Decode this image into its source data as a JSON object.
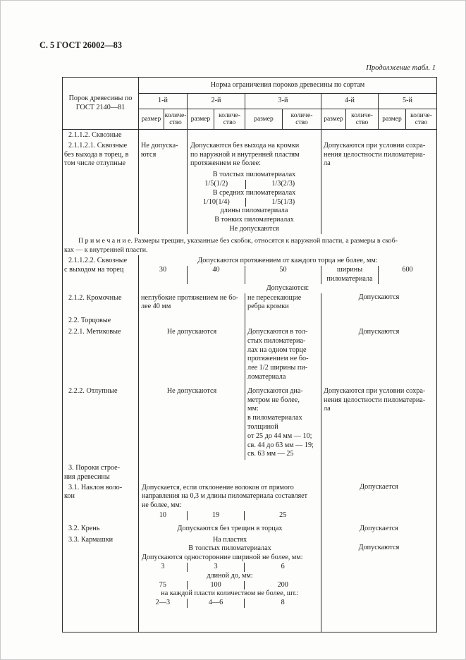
{
  "page": {
    "header": "С. 5 ГОСТ 26002—83",
    "continuation": "Продолжение табл. 1"
  },
  "table": {
    "defect_col_header": "Порок древесины по\nГОСТ 2140—81",
    "norm_header": "Норма ограничения пороков древесины по сортам",
    "grades": [
      "1-й",
      "2-й",
      "3-й",
      "4-й",
      "5-й"
    ],
    "size_label": "размер",
    "qty_label": "количе-\nство",
    "rows": {
      "r2112": {
        "title": "2.1.1.2. Сквозные"
      },
      "r21121": {
        "title": "2.1.1.2.1. Сквозные\nбез выхода в торец, в\nтом числе отлупные",
        "grade1": "Не допуска-\nются",
        "grades23_intro": "Допускаются без выхода на кромки\nпо наружной и внутренней пластям\nпротяжением не более:",
        "thick_label": "В толстых пиломатериалах",
        "thick_g2": "1/5(1/2)",
        "thick_g3": "1/3(2/3)",
        "medium_label": "В средних пиломатериалах",
        "medium_g2": "1/10(1/4)",
        "medium_g3": "1/5(1/3)",
        "length_label": "длины пиломатериала",
        "thin_label": "В тонких пиломатериалах",
        "thin_value": "Не допускаются",
        "grades45": "Допускаются при условии сохра-\nнения целостности пиломатериа-\nла"
      },
      "note": "П р и м е ч а н и е.  Размеры трещин, указанные без скобок, относятся к наружной пласти, а размеры в скоб-\nках — к внутренней пласти.",
      "r21122": {
        "title": "2.1.1.2.2. Сквозные\nс выходом на торец",
        "intro": "Допускаются протяжением от каждого торца не более, мм:",
        "v1": "30",
        "v2": "40",
        "v3": "50",
        "v4": "ширины\nпиломатериала",
        "v5": "600"
      },
      "r212": {
        "title": "2.1.2. Кромочные",
        "header": "Допускаются:",
        "grades12": "неглубокие протяжением не бо-\nлее 40 мм",
        "grade3": "не пересекающие\nребра кромки",
        "grades45": "Допускаются"
      },
      "r22": {
        "title": "2.2. Торцовые"
      },
      "r221": {
        "title": "2.2.1. Метиковые",
        "grades12": "Не допускаются",
        "grade3": "Допускаются в тол-\nстых пиломатериа-\nлах на одном торце\nпротяжением не бо-\nлее 1/2 ширины пи-\nломатериала",
        "grades45": "Допускаются"
      },
      "r222": {
        "title": "2.2.2. Отлупные",
        "grades12": "Не допускаются",
        "grade3": "Допускаются диа-\nметром не более,\nмм:\nв пиломатериалах\nтолщиной\nот 25 до 44 мм — 10;\nсв. 44 до 63 мм — 19;\nсв. 63 мм — 25",
        "grades45": "Допускаются при условии сохра-\nнения целостности пиломатериа-\nла"
      },
      "r3": {
        "title": "3. Пороки строе-\nния древесины"
      },
      "r31": {
        "title": "3.1. Наклон воло-\nкон",
        "intro": "Допускается, если отклонение волокон от прямого\nнаправления на 0,3 м длины пиломатериала составляет\nне более, мм:",
        "v1": "10",
        "v2": "19",
        "v3": "25",
        "grades45": "Допускается"
      },
      "r32": {
        "title": "3.2. Крень",
        "grades123": "Допускаются без трещин в торцах",
        "grades45": "Допускается"
      },
      "r33": {
        "title": "3.3. Кармашки",
        "faces_label": "На пластях",
        "thick_label": "В толстых пиломатериалах",
        "width_intro": "Допускаются односторонние шириной не более, мм:",
        "w1": "3",
        "w2": "3",
        "w3": "6",
        "length_label": "длиной до, мм:",
        "l1": "75",
        "l2": "100",
        "l3": "200",
        "count_label": "на каждой пласти количеством не более, шт.:",
        "c1": "2—3",
        "c2": "4—6",
        "c3": "8",
        "grades45": "Допускаются"
      }
    }
  }
}
